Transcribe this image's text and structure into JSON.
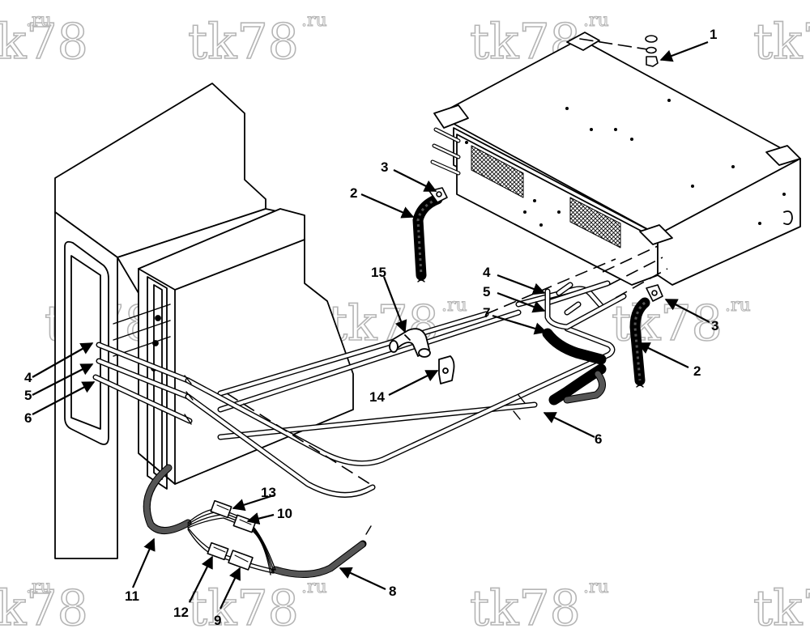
{
  "watermark": {
    "main": "tk78",
    "suffix": ".ru"
  },
  "callouts": {
    "c1": "1",
    "c2a": "2",
    "c2b": "2",
    "c3a": "3",
    "c3b": "3",
    "c4a": "4",
    "c4b": "4",
    "c5a": "5",
    "c5b": "5",
    "c6a": "6",
    "c6b": "6",
    "c7": "7",
    "c8": "8",
    "c9": "9",
    "c10": "10",
    "c11": "11",
    "c12": "12",
    "c13": "13",
    "c14": "14",
    "c15": "15"
  }
}
